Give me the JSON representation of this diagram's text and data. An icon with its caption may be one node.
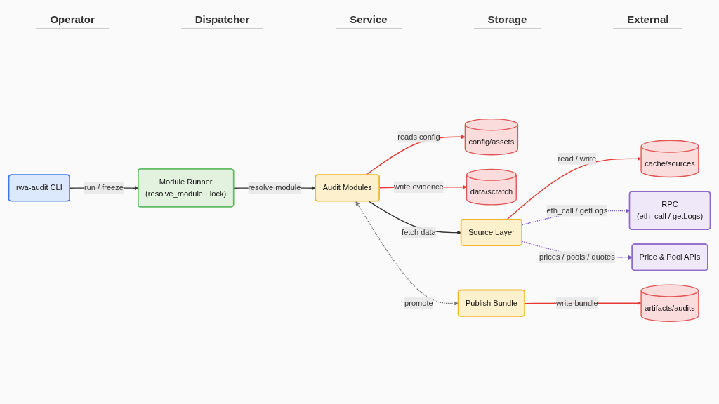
{
  "diagram": {
    "nodes": [
      {
        "text": [
          "rwa-audit CLI"
        ]
      },
      {
        "text": [
          "Module Runner",
          "(resolve_module · lock)"
        ]
      },
      {
        "text": [
          "Audit Modules"
        ]
      },
      {
        "text": [
          "config/assets"
        ]
      },
      {
        "text": [
          "data/scratch"
        ]
      },
      {
        "text": [
          "Source Layer"
        ]
      },
      {
        "text": [
          "cache/sources"
        ]
      },
      {
        "text": [
          "RPC",
          "(eth_call / getLogs)"
        ]
      },
      {
        "text": [
          "Price & Pool APIs"
        ]
      },
      {
        "text": [
          "Publish Bundle"
        ]
      },
      {
        "text": [
          "artifacts/audits"
        ]
      }
    ],
    "edges": [
      {
        "from": 0,
        "to": 1,
        "arrow": "to",
        "label": "run / freeze",
        "color": "#333333"
      },
      {
        "from": 1,
        "to": 2,
        "arrow": "to",
        "label": "resolve module",
        "color": "#333333"
      },
      {
        "from": 2,
        "to": 3,
        "arrow": "to",
        "label": "reads config",
        "color": "#e53935"
      },
      {
        "from": 2,
        "to": 4,
        "arrow": "to",
        "label": "write evidence",
        "color": "#e53935"
      },
      {
        "from": 2,
        "to": 5,
        "arrow": "to",
        "label": "fetch data",
        "color": "#333333"
      },
      {
        "from": 5,
        "to": 6,
        "arrow": "to",
        "label": "read / write",
        "color": "#e53935"
      },
      {
        "from": 5,
        "to": 7,
        "arrow": "to",
        "label": "eth_call  / getLogs",
        "style": "dashed",
        "color": "#7e57c2"
      },
      {
        "from": 5,
        "to": 8,
        "arrow": "to",
        "label": "prices / pools / quotes",
        "style": "dashed",
        "color": "#7e57c2"
      },
      {
        "from": 2,
        "to": 9,
        "arrow": "both",
        "label": "promote",
        "style": "dashed",
        "color": "#757575"
      },
      {
        "from": 9,
        "to": 10,
        "arrow": "to",
        "label": "write bundle",
        "color": "#e53935"
      }
    ],
    "labels": [
      "Operator",
      "Dispatcher",
      "Service",
      "Storage",
      "External"
    ]
  }
}
